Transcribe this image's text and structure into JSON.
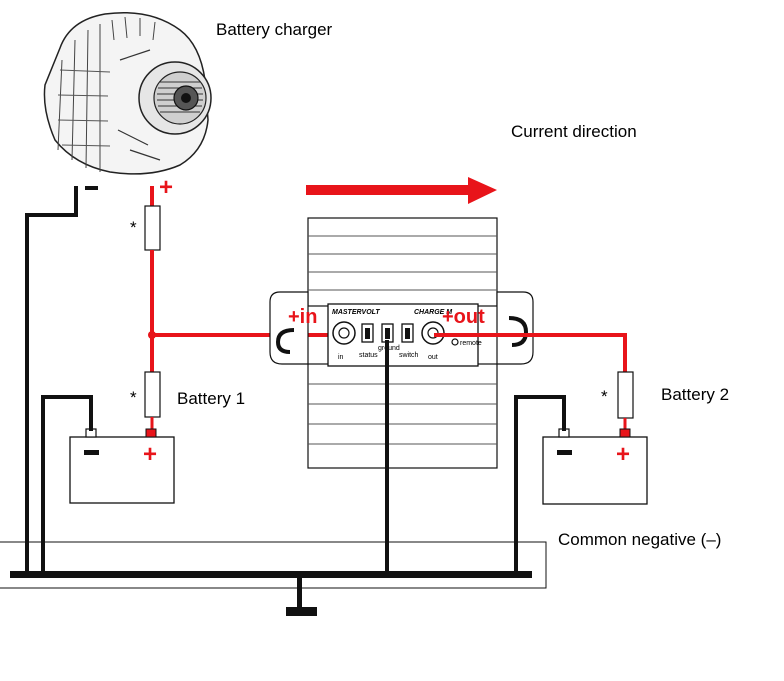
{
  "labels": {
    "battery_charger": "Battery charger",
    "current_direction": "Current direction",
    "battery1": "Battery 1",
    "battery2": "Battery 2",
    "common_negative": "Common negative (–)"
  },
  "device": {
    "brand": "MASTERVOLT",
    "model": "CHARGE M",
    "in_label": "+in",
    "out_label": "+out",
    "terminal_labels": [
      "in",
      "status",
      "ground",
      "switch",
      "out"
    ],
    "remote_label": "remote"
  },
  "marks": {
    "plus": "+",
    "minus": "–",
    "fuse_mark": "*"
  },
  "colors": {
    "positive_wire": "#e8141a",
    "negative_wire": "#111111",
    "arrow": "#e8141a"
  }
}
